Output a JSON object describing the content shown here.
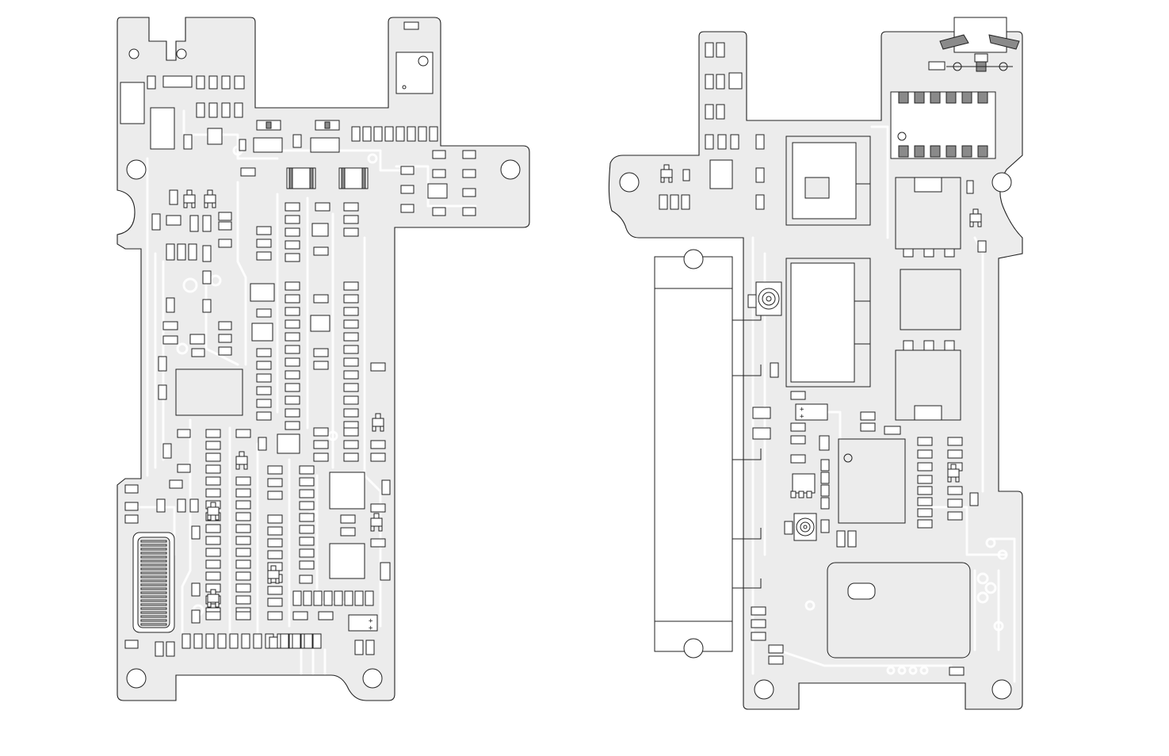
{
  "figure": {
    "description_visible_text": [],
    "boards": [
      {
        "id": "board-left",
        "side": "component-side-a"
      },
      {
        "id": "board-right",
        "side": "component-side-b"
      }
    ],
    "annotations": {
      "polarity_plus": "+"
    },
    "colors": {
      "board_fill": "#ececec",
      "outline": "#222222",
      "pad_fill": "#ffffff",
      "dark_pad": "#8a8a8a"
    }
  }
}
